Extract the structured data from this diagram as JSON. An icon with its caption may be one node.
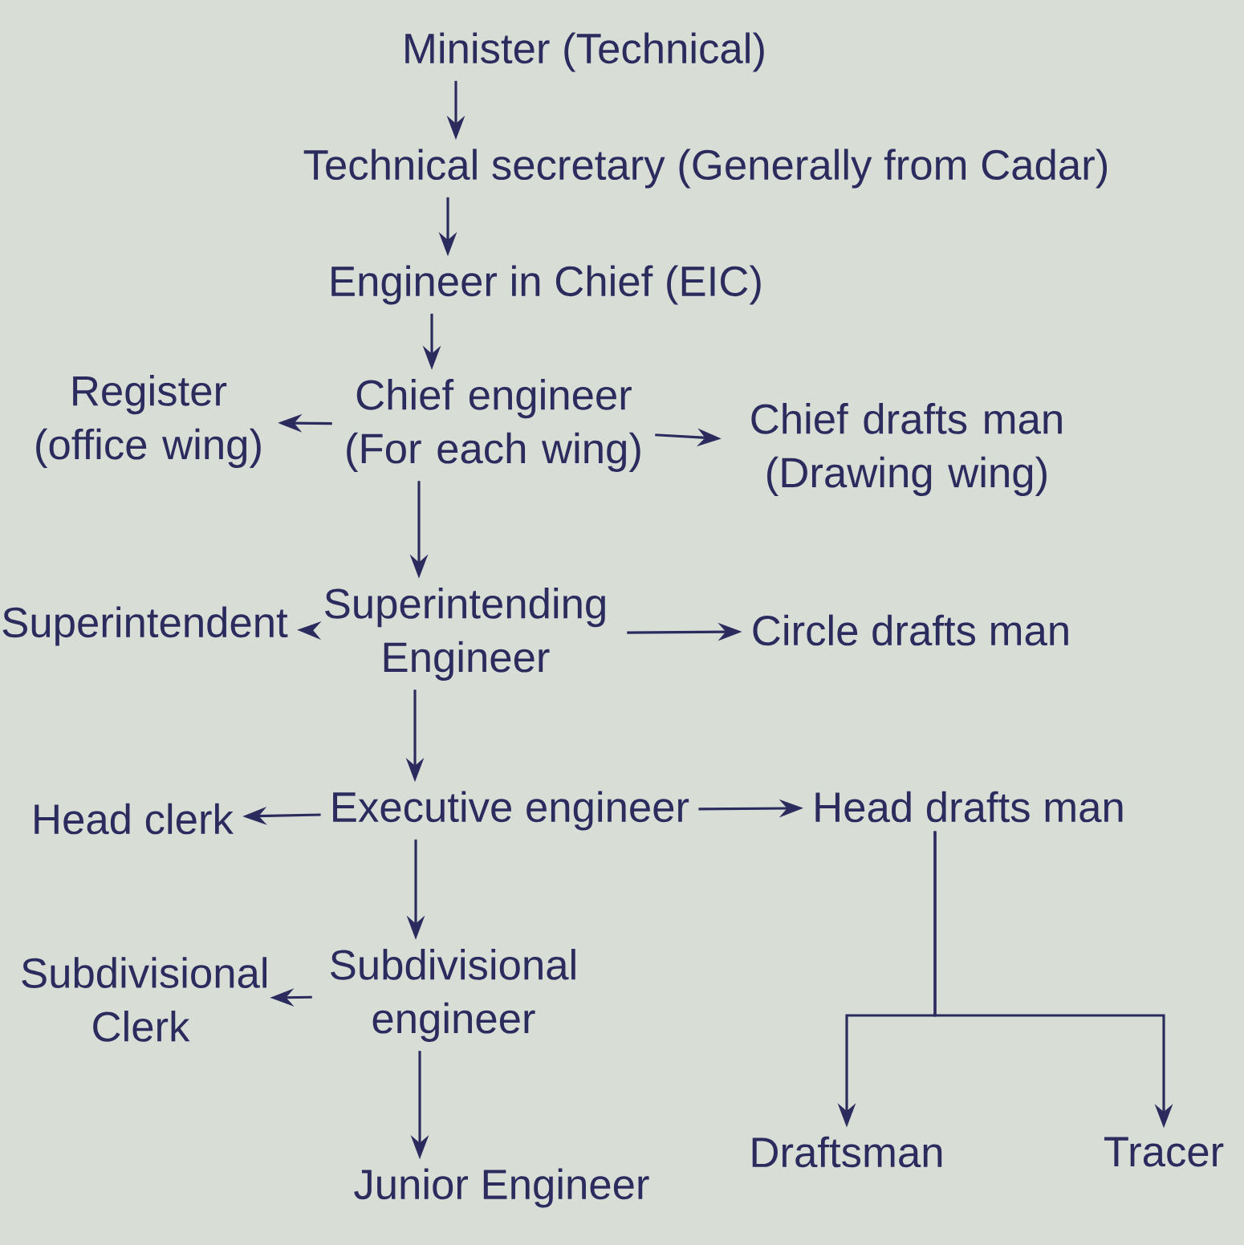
{
  "diagram": {
    "nodes": [
      {
        "text": [
          "Minister (Technical)"
        ]
      },
      {
        "text": [
          "Technical secretary (Generally from Cadar)"
        ]
      },
      {
        "text": [
          "Engineer in Chief (EIC)"
        ]
      },
      {
        "text": [
          "Register (office wing)"
        ]
      },
      {
        "text": [
          "Chief engineer (For each wing)"
        ]
      },
      {
        "text": [
          "Chief drafts man (Drawing wing)"
        ]
      },
      {
        "text": [
          "Superintendent"
        ]
      },
      {
        "text": [
          "Superintending Engineer"
        ]
      },
      {
        "text": [
          "Circle drafts man"
        ]
      },
      {
        "text": [
          "Head clerk"
        ]
      },
      {
        "text": [
          "Executive engineer"
        ]
      },
      {
        "text": [
          "Head drafts man"
        ]
      },
      {
        "text": [
          "Subdivisional Clerk"
        ]
      },
      {
        "text": [
          "Subdivisional engineer"
        ]
      },
      {
        "text": [
          "Junior Engineer"
        ]
      },
      {
        "text": [
          "Draftsman"
        ]
      },
      {
        "text": [
          "Tracer"
        ]
      }
    ],
    "edges": [
      {
        "from": 0,
        "to": 1,
        "arrow": "to"
      },
      {
        "from": 1,
        "to": 2,
        "arrow": "to"
      },
      {
        "from": 2,
        "to": 4,
        "arrow": "to"
      },
      {
        "from": 4,
        "to": 3,
        "arrow": "to"
      },
      {
        "from": 4,
        "to": 5,
        "arrow": "to"
      },
      {
        "from": 4,
        "to": 7,
        "arrow": "to"
      },
      {
        "from": 7,
        "to": 6,
        "arrow": "to"
      },
      {
        "from": 7,
        "to": 8,
        "arrow": "to"
      },
      {
        "from": 7,
        "to": 10,
        "arrow": "to"
      },
      {
        "from": 10,
        "to": 9,
        "arrow": "to"
      },
      {
        "from": 10,
        "to": 11,
        "arrow": "to"
      },
      {
        "from": 10,
        "to": 13,
        "arrow": "to"
      },
      {
        "from": 13,
        "to": 12,
        "arrow": "to"
      },
      {
        "from": 13,
        "to": 14,
        "arrow": "to"
      },
      {
        "from": 11,
        "to": 15,
        "arrow": "to"
      },
      {
        "from": 11,
        "to": 16,
        "arrow": "to"
      }
    ]
  }
}
